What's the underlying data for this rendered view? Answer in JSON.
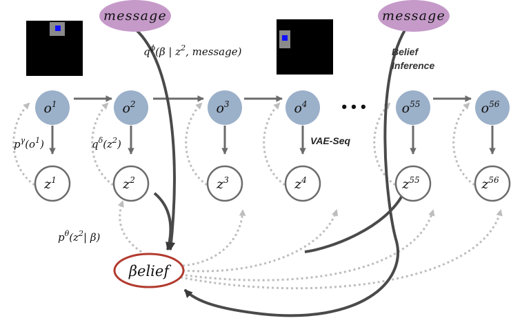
{
  "messages": [
    "message",
    "message"
  ],
  "observations": [
    {
      "base": "o",
      "sup": "1"
    },
    {
      "base": "o",
      "sup": "2"
    },
    {
      "base": "o",
      "sup": "3"
    },
    {
      "base": "o",
      "sup": "4"
    },
    {
      "base": "o",
      "sup": "55"
    },
    {
      "base": "o",
      "sup": "56"
    }
  ],
  "latents": [
    {
      "base": "z",
      "sup": "1"
    },
    {
      "base": "z",
      "sup": "2"
    },
    {
      "base": "z",
      "sup": "3"
    },
    {
      "base": "z",
      "sup": "4"
    },
    {
      "base": "z",
      "sup": "55"
    },
    {
      "base": "z",
      "sup": "56"
    }
  ],
  "ellipsis": "• • •",
  "belief_label": "βelief",
  "labels": {
    "q_phi": "q",
    "q_phi_sup": "ϕ",
    "q_phi_args": "(β | z",
    "q_phi_args_sup": "2",
    "q_phi_args_end": ", message)",
    "p_gamma": "p",
    "p_gamma_sup": "γ",
    "p_gamma_args": "(o",
    "p_gamma_args_sup": "1",
    "p_gamma_args_end": ")",
    "q_delta": "q",
    "q_delta_sup": "δ",
    "q_delta_args": "(z",
    "q_delta_args_sup": "2",
    "q_delta_args_end": ")",
    "p_theta": "p",
    "p_theta_sup": "θ",
    "p_theta_args": "(z",
    "p_theta_args_sup": "2",
    "p_theta_args_end": "| β)",
    "vae_seq": "VAE-Seq",
    "belief_inference_1": "Belief",
    "belief_inference_2": "Inference"
  },
  "colors": {
    "observation_fill": "#9bb0c9",
    "message_fill": "#c59ac9",
    "belief_border": "#b23a2e",
    "arrow_solid": "#6b6b6b",
    "arrow_dotted": "#bdbdbd",
    "frame_bg": "#000000",
    "agent_blue": "#1010ff",
    "agent_gray": "#8a8a8a"
  }
}
